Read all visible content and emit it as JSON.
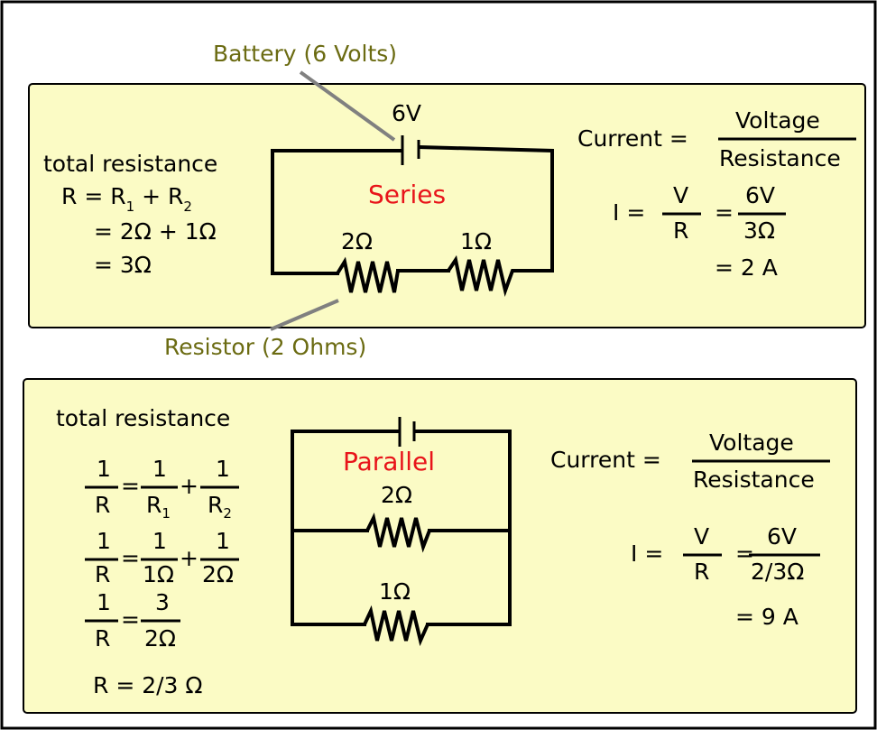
{
  "colors": {
    "panel_fill": "#fbfbc5",
    "label_text": "#6b6b12",
    "circuit_type": "#e8141a",
    "pointer_line": "#808080"
  },
  "annotations": {
    "battery": "Battery (6 Volts)",
    "resistor": "Resistor (2 Ohms)"
  },
  "series": {
    "battery_voltage": "6V",
    "circuit_type": "Series",
    "resistor_1": "2Ω",
    "resistor_2": "1Ω",
    "resistance": {
      "heading": "total resistance",
      "formula": [
        "R = R",
        "1",
        " + R",
        "2"
      ],
      "step_1": "= 2Ω + 1Ω",
      "step_2": "= 3Ω"
    },
    "current": {
      "label": "Current =",
      "numerator": "Voltage",
      "denominator": "Resistance",
      "i_label": "I =",
      "v": "V",
      "r": "R",
      "equals": "=",
      "value_num": "6V",
      "value_den": "3Ω",
      "result": "= 2 A"
    }
  },
  "parallel": {
    "circuit_type": "Parallel",
    "resistor_1": "2Ω",
    "resistor_2": "1Ω",
    "resistance": {
      "heading": "total resistance",
      "eq1": {
        "one": "1",
        "r": "R",
        "r1": "R",
        "sub1": "1",
        "r2": "R",
        "sub2": "2"
      },
      "eq2": {
        "one": "1",
        "r": "R",
        "den1": "1Ω",
        "den2": "2Ω"
      },
      "eq3": {
        "one": "1",
        "r": "R",
        "num": "3",
        "den": "2Ω"
      },
      "equals": "=",
      "plus": "+",
      "result": "R = 2/3 Ω"
    },
    "current": {
      "label": "Current =",
      "numerator": "Voltage",
      "denominator": "Resistance",
      "i_label": "I =",
      "v": "V",
      "r": "R",
      "equals": "=",
      "value_num": "6V",
      "value_den": "2/3Ω",
      "result": "= 9 A"
    }
  }
}
